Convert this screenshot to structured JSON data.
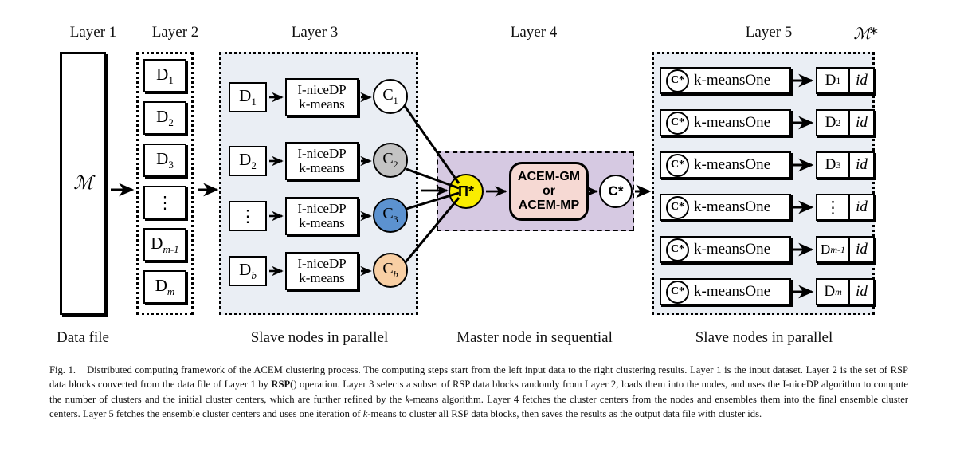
{
  "figure": {
    "id_label": "Fig. 1.",
    "caption_segments": [
      "Distributed computing framework of the ACEM clustering process. The computing steps start from the left input data to the right clustering results. Layer 1 is the input dataset. Layer 2 is the set of RSP data blocks converted from the data file of Layer 1 by ",
      "RSP",
      "() operation. Layer 3 selects a subset of RSP data blocks randomly from Layer 2, loads them into the nodes, and uses the I-niceDP algorithm to compute the number of clusters and the initial cluster centers, which are further refined by the ",
      "k",
      "-means algorithm. Layer 4 fetches the cluster centers from the nodes and ensembles them into the final ensemble cluster centers. Layer 5 fetches the ensemble cluster centers and uses one iteration of ",
      "k",
      "-means to cluster all RSP data blocks, then saves the results as the output data file with cluster ids."
    ]
  },
  "headings": {
    "layer1": "Layer 1",
    "layer2": "Layer 2",
    "layer3": "Layer 3",
    "layer4": "Layer 4",
    "layer5": "Layer 5",
    "output_symbol": " ℳ*"
  },
  "footers": {
    "layer1": "Data file",
    "layer3": "Slave nodes in parallel",
    "layer4": "Master node in sequential",
    "layer5": "Slave nodes in parallel"
  },
  "layer1": {
    "dataset_symbol": "ℳ"
  },
  "layer2": {
    "blocks": [
      {
        "label": "D",
        "sub": "1"
      },
      {
        "label": "D",
        "sub": "2"
      },
      {
        "label": "D",
        "sub": "3"
      },
      {
        "label": "⋮",
        "sub": ""
      },
      {
        "label": "D",
        "sub": "m-1"
      },
      {
        "label": "D",
        "sub": "m"
      }
    ]
  },
  "layer3": {
    "algorithm_line1": "I-niceDP",
    "algorithm_line2": "k-means",
    "rows": [
      {
        "block": "D",
        "block_sub": "1",
        "center": "C",
        "center_sub": "1",
        "color": "#ffffff"
      },
      {
        "block": "D",
        "block_sub": "2",
        "center": "C",
        "center_sub": "2",
        "color": "#c3c3c3"
      },
      {
        "block": "⋮",
        "block_sub": "",
        "center": "C",
        "center_sub": "3",
        "color": "#5c92d0"
      },
      {
        "block": "D",
        "block_sub": "b",
        "center": "C",
        "center_sub": "b",
        "color": "#f8cfa4"
      }
    ]
  },
  "layer4": {
    "ensemble_input": "Π*",
    "acem_line1": "ACEM-GM",
    "acem_line2": "or",
    "acem_line3": "ACEM-MP",
    "ensemble_output": "C*",
    "panel_color": "#d6c9e2",
    "acem_box_color": "#f6d9d3",
    "input_circle_color": "#f9ec00"
  },
  "layer5": {
    "badge_label": "C*",
    "operation_label": "k-meansOne",
    "id_label": "id",
    "rows": [
      {
        "out": "D",
        "out_sub": "1"
      },
      {
        "out": "D",
        "out_sub": "2"
      },
      {
        "out": "D",
        "out_sub": "3"
      },
      {
        "out": "⋮",
        "out_sub": ""
      },
      {
        "out": "D",
        "out_sub": "m-1"
      },
      {
        "out": "D",
        "out_sub": "m"
      }
    ]
  },
  "colors": {
    "panel_shade": "#eaeef4",
    "stroke": "#000000"
  }
}
